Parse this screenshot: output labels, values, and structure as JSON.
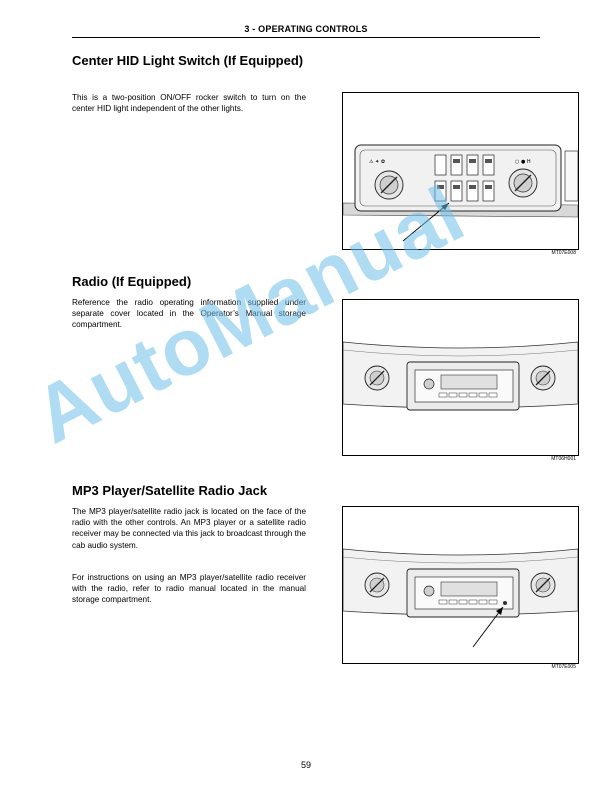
{
  "header": {
    "chapter": "3 - OPERATING CONTROLS"
  },
  "sections": [
    {
      "heading": "Center HID Light Switch (If Equipped)",
      "paragraphs": [
        "This is a two-position ON/OFF rocker switch to turn on the center HID light independent of the other lights."
      ],
      "figure_caption": "MT07E008"
    },
    {
      "heading": "Radio (If Equipped)",
      "paragraphs": [
        "Reference the radio operating information supplied under separate cover located in the Operator’s Manual storage compartment."
      ],
      "figure_caption": "MT06H001"
    },
    {
      "heading": "MP3 Player/Satellite Radio Jack",
      "paragraphs": [
        "The MP3 player/satellite radio jack is located on the face of the radio with the other controls. An MP3 player or a satellite radio receiver may be connected via this jack to broadcast through the cab audio system.",
        "For instructions on using an MP3 player/satellite radio receiver with the radio, refer to radio manual located in the manual storage compartment."
      ],
      "figure_caption": "MT07E005"
    }
  ],
  "watermark": "AutoManual",
  "footer": {
    "page_number": "59"
  }
}
